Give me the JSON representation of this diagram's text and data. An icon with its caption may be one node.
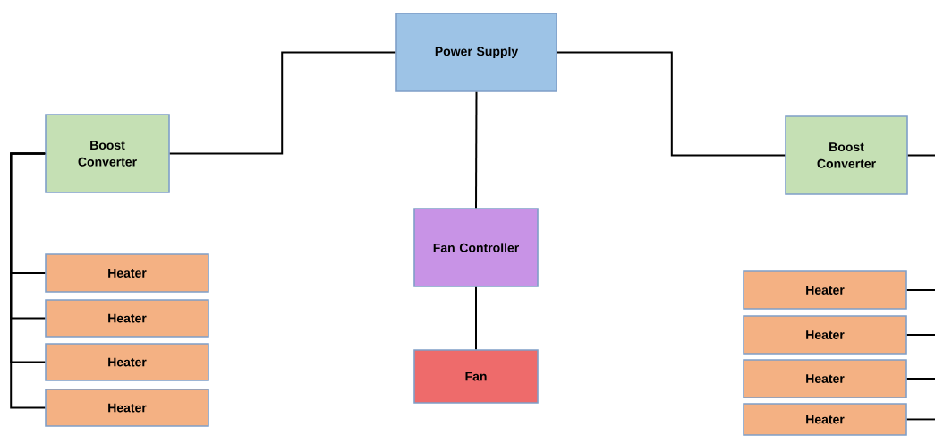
{
  "diagram": {
    "nodes": [
      {
        "text": [
          "Power Supply"
        ]
      },
      {
        "text": [
          "Boost Converter"
        ]
      },
      {
        "text": [
          "Boost Converter"
        ]
      },
      {
        "text": [
          "Fan Controller"
        ]
      },
      {
        "text": [
          "Heater"
        ]
      },
      {
        "text": [
          "Heater"
        ]
      },
      {
        "text": [
          "Heater"
        ]
      },
      {
        "text": [
          "Heater"
        ]
      },
      {
        "text": [
          "Fan"
        ]
      },
      {
        "text": [
          "Heater"
        ]
      },
      {
        "text": [
          "Heater"
        ]
      },
      {
        "text": [
          "Heater"
        ]
      },
      {
        "text": [
          "Heater"
        ]
      }
    ],
    "edges": [
      {
        "from": 0,
        "to": 1,
        "arrow": "none"
      },
      {
        "from": 0,
        "to": 2,
        "arrow": "none"
      },
      {
        "from": 0,
        "to": 3,
        "arrow": "none"
      },
      {
        "from": 3,
        "to": 8,
        "arrow": "none"
      },
      {
        "from": 1,
        "to": 4,
        "arrow": "none"
      },
      {
        "from": 1,
        "to": 5,
        "arrow": "none"
      },
      {
        "from": 1,
        "to": 6,
        "arrow": "none"
      },
      {
        "from": 1,
        "to": 7,
        "arrow": "none"
      },
      {
        "from": 2,
        "to": null,
        "arrow": "none"
      },
      {
        "from": 9,
        "to": null,
        "arrow": "none"
      },
      {
        "from": 10,
        "to": null,
        "arrow": "none"
      },
      {
        "from": 11,
        "to": null,
        "arrow": "none"
      },
      {
        "from": 12,
        "to": null,
        "arrow": "none"
      }
    ]
  }
}
